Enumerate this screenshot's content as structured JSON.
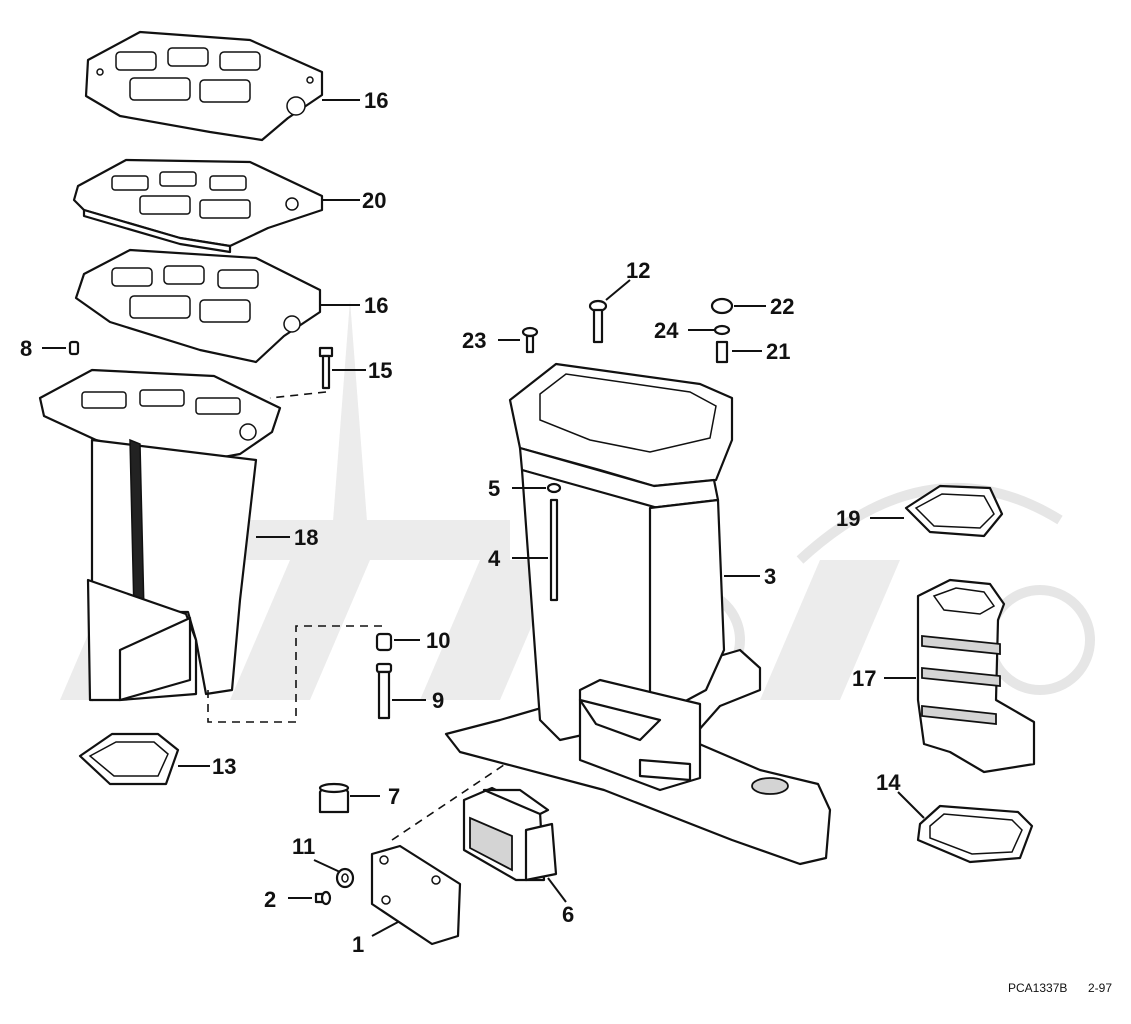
{
  "diagram": {
    "reference_code": "PCA1337B",
    "revision": "2-97",
    "callouts": [
      {
        "id": "c1",
        "label": "1"
      },
      {
        "id": "c2",
        "label": "2"
      },
      {
        "id": "c3",
        "label": "3"
      },
      {
        "id": "c4",
        "label": "4"
      },
      {
        "id": "c5",
        "label": "5"
      },
      {
        "id": "c6",
        "label": "6"
      },
      {
        "id": "c7",
        "label": "7"
      },
      {
        "id": "c8",
        "label": "8"
      },
      {
        "id": "c9",
        "label": "9"
      },
      {
        "id": "c10",
        "label": "10"
      },
      {
        "id": "c11",
        "label": "11"
      },
      {
        "id": "c12",
        "label": "12"
      },
      {
        "id": "c13",
        "label": "13"
      },
      {
        "id": "c14",
        "label": "14"
      },
      {
        "id": "c15",
        "label": "15"
      },
      {
        "id": "c16a",
        "label": "16"
      },
      {
        "id": "c16b",
        "label": "16"
      },
      {
        "id": "c17",
        "label": "17"
      },
      {
        "id": "c18",
        "label": "18"
      },
      {
        "id": "c19",
        "label": "19"
      },
      {
        "id": "c20",
        "label": "20"
      },
      {
        "id": "c21",
        "label": "21"
      },
      {
        "id": "c22",
        "label": "22"
      },
      {
        "id": "c23",
        "label": "23"
      },
      {
        "id": "c24",
        "label": "24"
      }
    ]
  }
}
